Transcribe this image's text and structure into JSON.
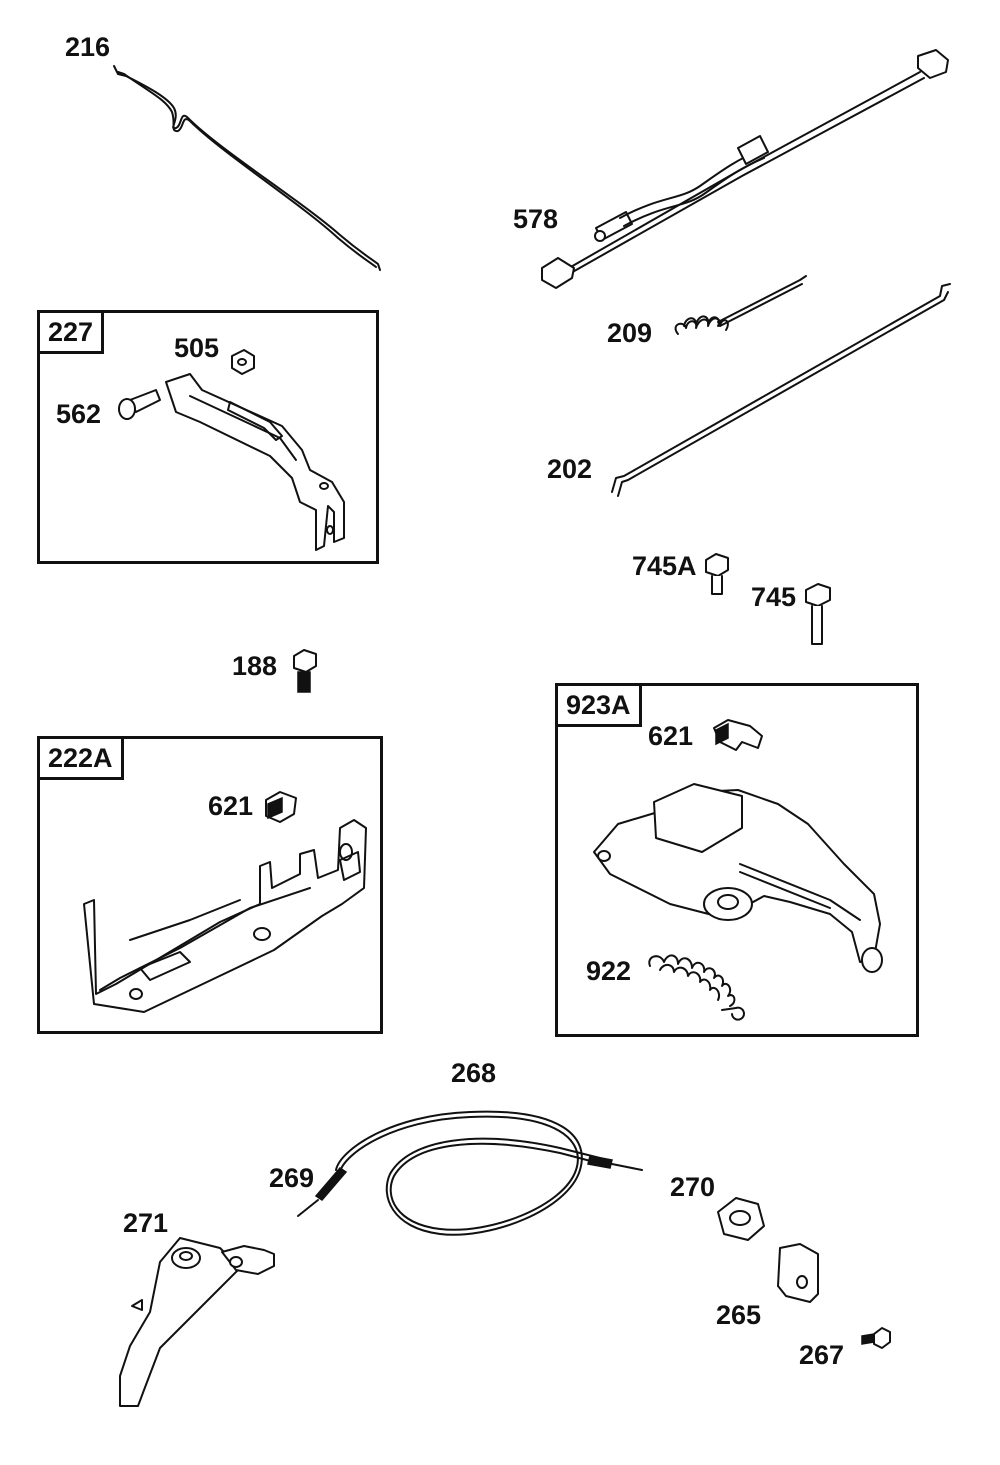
{
  "parts": {
    "p216": "216",
    "p578": "578",
    "p209": "209",
    "p202": "202",
    "p505": "505",
    "p562": "562",
    "p745a": "745A",
    "p745": "745",
    "p188": "188",
    "p621_left": "621",
    "p621_right": "621",
    "p922": "922",
    "p268": "268",
    "p269": "269",
    "p270": "270",
    "p271": "271",
    "p265": "265",
    "p267": "267"
  },
  "kits": {
    "k227": "227",
    "k222a": "222A",
    "k923a": "923A"
  }
}
